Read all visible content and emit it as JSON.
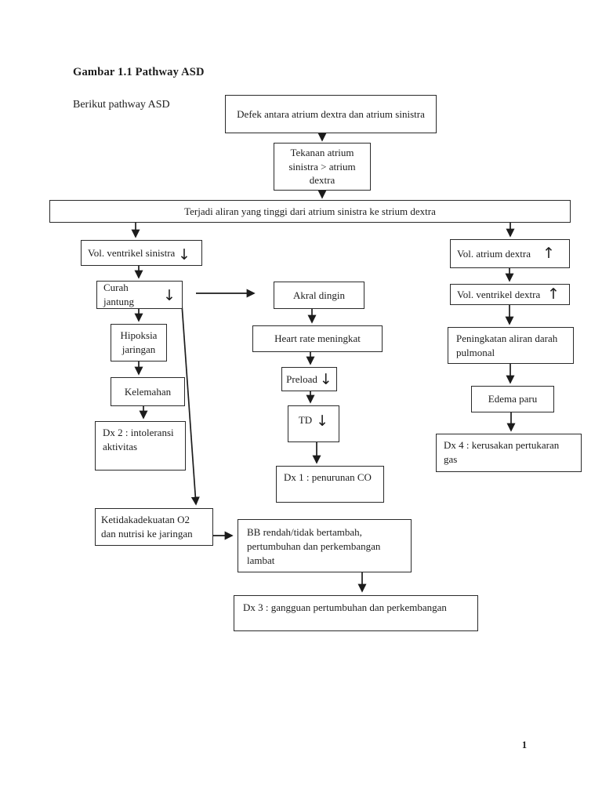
{
  "page": {
    "title": "Gambar 1.1 Pathway ASD",
    "intro": "Berikut pathway ASD",
    "page_number": "1"
  },
  "nodes": {
    "defek": {
      "label": "Defek antara atrium dextra dan atrium sinistra"
    },
    "tekanan": {
      "label": "Tekanan atrium sinistra > atrium dextra"
    },
    "aliran": {
      "label": "Terjadi aliran yang tinggi dari atrium sinistra ke strium dextra"
    },
    "vol_ventrikel_sinistra": {
      "label": "Vol. ventrikel sinistra",
      "indicator": "↓"
    },
    "vol_atrium_dextra": {
      "label": "Vol. atrium dextra",
      "indicator": "↑"
    },
    "curah_jantung": {
      "label": "Curah jantung",
      "indicator": "↓"
    },
    "akral_dingin": {
      "label": "Akral dingin"
    },
    "vol_ventrikel_dextra": {
      "label": "Vol. ventrikel dextra",
      "indicator": "↑"
    },
    "hipoksia_jaringan": {
      "label": "Hipoksia jaringan"
    },
    "heart_rate": {
      "label": "Heart rate meningkat"
    },
    "peningkatan_aliran": {
      "label": "Peningkatan aliran darah pulmonal"
    },
    "kelemahan": {
      "label": "Kelemahan"
    },
    "preload": {
      "label": "Preload",
      "indicator": "↓"
    },
    "edema_paru": {
      "label": "Edema paru"
    },
    "td": {
      "label": "TD",
      "indicator": "↓"
    },
    "dx2": {
      "label": "Dx 2 : intoleransi aktivitas"
    },
    "dx4": {
      "label": "Dx 4 : kerusakan pertukaran gas"
    },
    "dx1": {
      "label": "Dx 1 : penurunan CO"
    },
    "ketidakadekuatan_o2": {
      "label": "Ketidakadekuatan O2 dan nutrisi ke jaringan"
    },
    "bb_rendah": {
      "label": "BB rendah/tidak bertambah, pertumbuhan dan perkembangan lambat"
    },
    "dx3": {
      "label": "Dx 3 : gangguan pertumbuhan dan perkembangan"
    }
  },
  "edges": [
    {
      "from": "defek",
      "to": "tekanan"
    },
    {
      "from": "tekanan",
      "to": "aliran"
    },
    {
      "from": "aliran",
      "to": "vol_ventrikel_sinistra"
    },
    {
      "from": "aliran",
      "to": "vol_atrium_dextra"
    },
    {
      "from": "vol_ventrikel_sinistra",
      "to": "curah_jantung"
    },
    {
      "from": "curah_jantung",
      "to": "akral_dingin"
    },
    {
      "from": "curah_jantung",
      "to": "hipoksia_jaringan"
    },
    {
      "from": "curah_jantung",
      "to": "ketidakadekuatan_o2"
    },
    {
      "from": "hipoksia_jaringan",
      "to": "kelemahan"
    },
    {
      "from": "kelemahan",
      "to": "dx2"
    },
    {
      "from": "akral_dingin",
      "to": "heart_rate"
    },
    {
      "from": "heart_rate",
      "to": "preload"
    },
    {
      "from": "preload",
      "to": "td"
    },
    {
      "from": "td",
      "to": "dx1"
    },
    {
      "from": "vol_atrium_dextra",
      "to": "vol_ventrikel_dextra"
    },
    {
      "from": "vol_ventrikel_dextra",
      "to": "peningkatan_aliran"
    },
    {
      "from": "peningkatan_aliran",
      "to": "edema_paru"
    },
    {
      "from": "edema_paru",
      "to": "dx4"
    },
    {
      "from": "ketidakadekuatan_o2",
      "to": "bb_rendah"
    },
    {
      "from": "bb_rendah",
      "to": "dx3"
    }
  ],
  "colors": {
    "ink": "#1c1c1c",
    "paper": "#ffffff"
  }
}
